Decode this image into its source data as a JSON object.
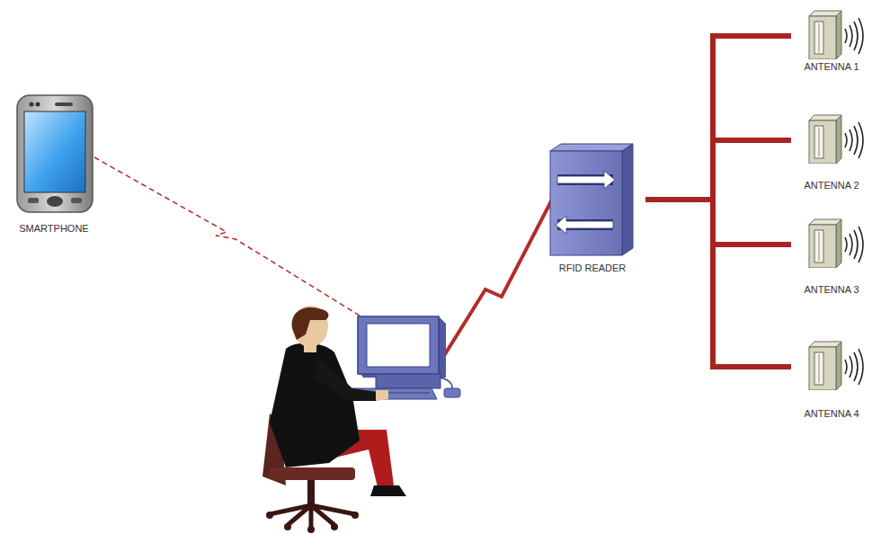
{
  "diagram": {
    "nodes": [
      {
        "text": [
          "SMARTPHONE"
        ]
      },
      {
        "text": [
          "RFID READER"
        ]
      },
      {
        "text": [
          "ANTENNA 1"
        ]
      },
      {
        "text": [
          "ANTENNA 2"
        ]
      },
      {
        "text": [
          "ANTENNA 3"
        ]
      },
      {
        "text": [
          "ANTENNA 4"
        ]
      }
    ],
    "edges": [
      {
        "from": 1,
        "to": 2,
        "arrow": "none"
      },
      {
        "from": 1,
        "to": 3,
        "arrow": "none"
      },
      {
        "from": 1,
        "to": 4,
        "arrow": "none"
      },
      {
        "from": 1,
        "to": 5,
        "arrow": "none"
      }
    ]
  }
}
